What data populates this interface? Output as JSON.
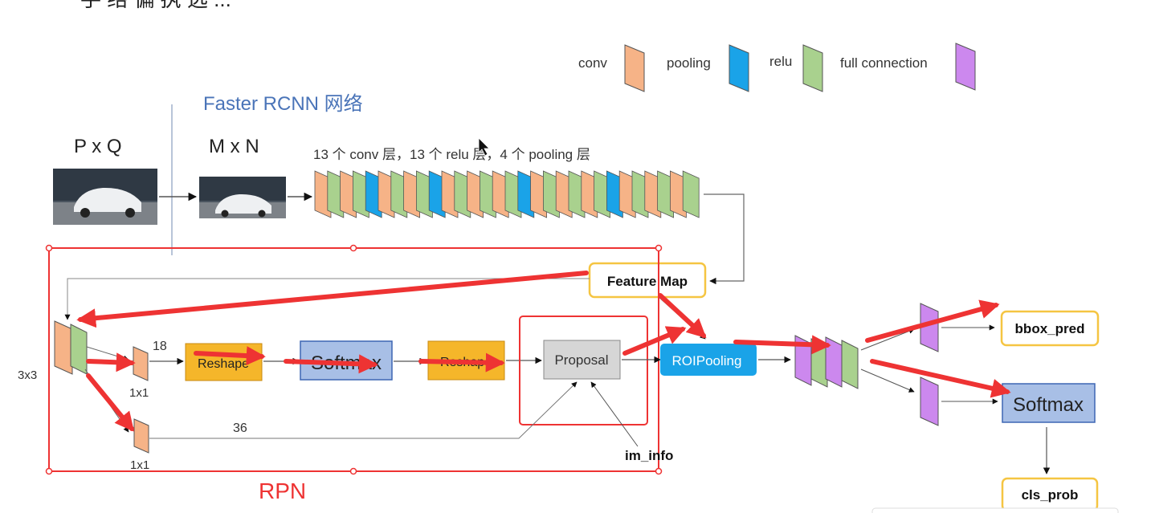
{
  "top_partial_text": "⼿ 络 偏 执 选 ...",
  "legend": {
    "conv": "conv",
    "pooling": "pooling",
    "relu": "relu",
    "full_connection": "full connection"
  },
  "colors": {
    "conv": "#f6b387",
    "pooling": "#1aa3e8",
    "relu": "#a9d18e",
    "fc": "#cc88ee",
    "reshape": "#f5b62a",
    "softmax": "#a8bfe6",
    "proposal": "#d6d6d6",
    "roipooling": "#1aa3e8",
    "annotation": "#ee3333",
    "highlight_border": "#f5c542"
  },
  "title": "Faster RCNN 网络",
  "input": {
    "label": "P x Q"
  },
  "resized": {
    "label": "M x N"
  },
  "backbone_caption": "13 个 conv 层，13 个 relu 层，4 个 pooling 层",
  "backbone_sequence": [
    "conv",
    "relu",
    "conv",
    "relu",
    "pooling",
    "conv",
    "relu",
    "conv",
    "relu",
    "pooling",
    "conv",
    "relu",
    "conv",
    "relu",
    "conv",
    "relu",
    "pooling",
    "conv",
    "relu",
    "conv",
    "relu",
    "conv",
    "relu",
    "pooling",
    "conv",
    "relu",
    "conv",
    "relu",
    "conv",
    "relu"
  ],
  "feature_map": "Feature Map",
  "rpn": {
    "conv_label": "3x3",
    "cls_channels": "18",
    "cls_conv_label": "1x1",
    "reg_channels": "36",
    "reg_conv_label": "1x1",
    "reshape1": "Reshape",
    "softmax": "Softmax",
    "reshape2": "Reshape",
    "proposal": "Proposal",
    "im_info": "im_info",
    "label": "RPN"
  },
  "roi_pooling": "ROIPooling",
  "outputs": {
    "bbox_pred": "bbox_pred",
    "softmax": "Softmax",
    "cls_prob": "cls_prob"
  }
}
